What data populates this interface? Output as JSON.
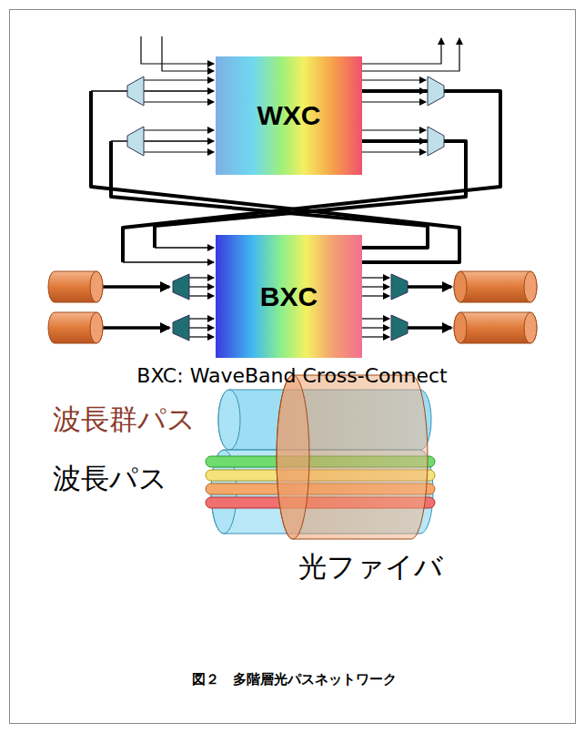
{
  "diagram": {
    "caption": "図２　多階層光パスネットワーク",
    "nodes": [
      {
        "text": [
          "WXC"
        ]
      },
      {
        "text": [
          "BXC"
        ]
      }
    ],
    "edges": [
      {
        "from": 1,
        "to": 0,
        "arrow": "to"
      },
      {
        "from": 1,
        "to": 0,
        "arrow": "to"
      },
      {
        "from": 0,
        "to": 1,
        "arrow": "to"
      },
      {
        "from": 0,
        "to": 1,
        "arrow": "to"
      }
    ],
    "labels": [
      "BXC: WaveBand Cross-Connect",
      "波長群パス",
      "波長パス",
      "光ファイバ"
    ]
  }
}
